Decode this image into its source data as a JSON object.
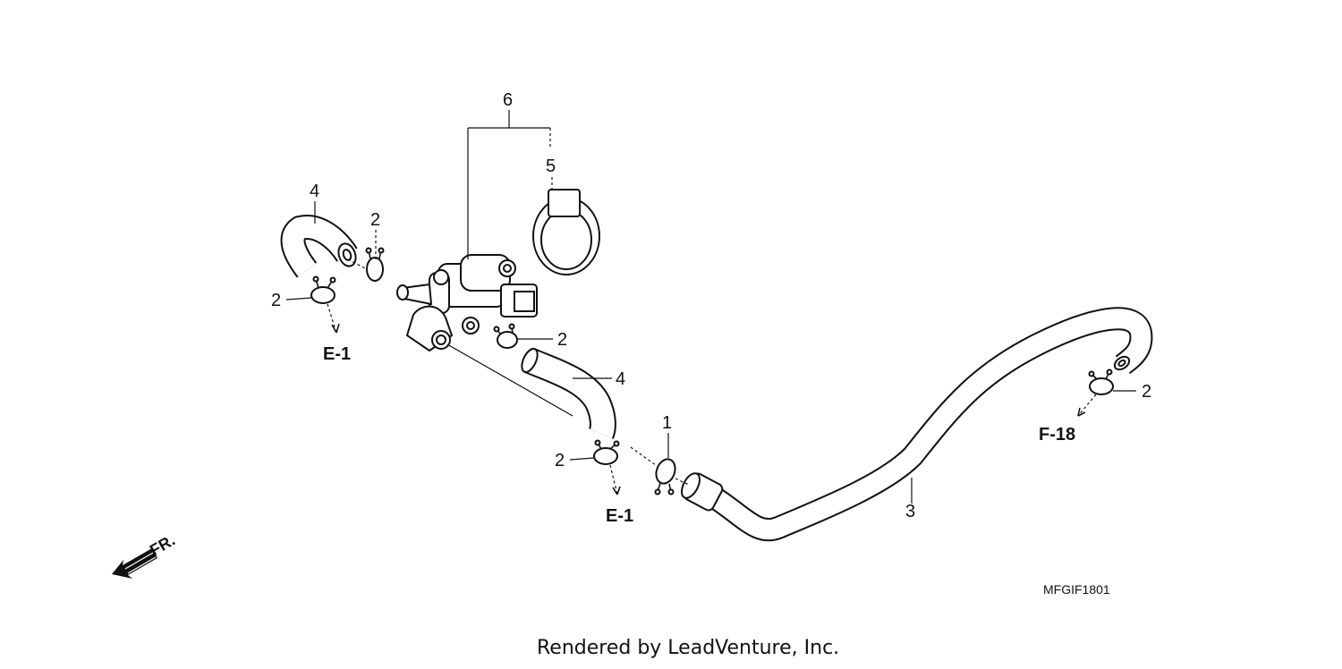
{
  "labels": {
    "l1": "1",
    "l2a": "2",
    "l2b": "2",
    "l2c": "2",
    "l2d": "2",
    "l2e": "2",
    "l3": "3",
    "l4a": "4",
    "l4b": "4",
    "l5": "5",
    "l6": "6"
  },
  "refs": {
    "e1a": "E-1",
    "e1b": "E-1",
    "f18": "F-18"
  },
  "diagram_code": "MFGIF1801",
  "direction_label": "FR.",
  "footer": "Rendered by LeadVenture, Inc."
}
